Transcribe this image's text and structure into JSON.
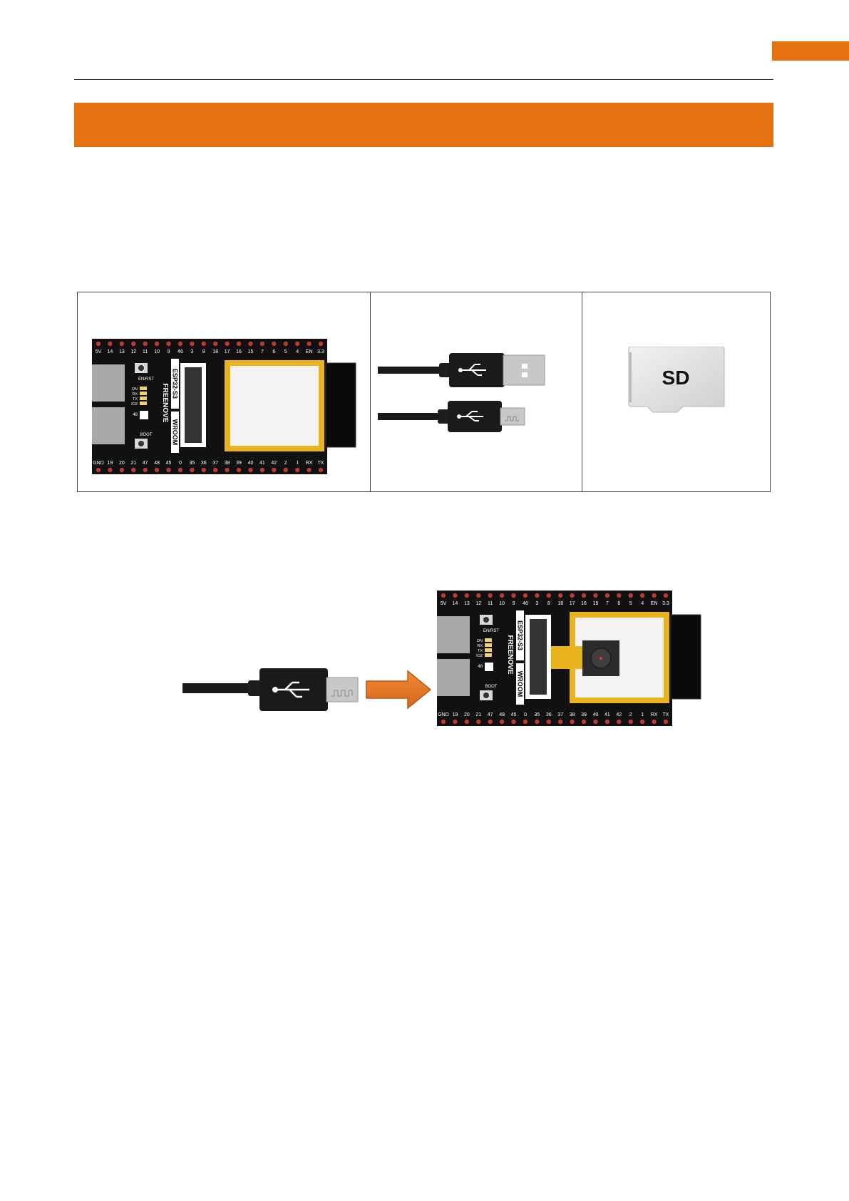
{
  "colors": {
    "accent": "#E5720F",
    "pcb": "#111111",
    "pad_gold": "#E8B31C",
    "pin_red": "#C0392B"
  },
  "sd_card": {
    "label": "SD"
  },
  "board": {
    "top_pins": [
      "5V",
      "14",
      "13",
      "12",
      "11",
      "10",
      "9",
      "46",
      "3",
      "8",
      "18",
      "17",
      "16",
      "15",
      "7",
      "6",
      "5",
      "4",
      "EN",
      "3.3"
    ],
    "bottom_pins": [
      "GND",
      "19",
      "20",
      "21",
      "47",
      "48",
      "45",
      "0",
      "35",
      "36",
      "37",
      "38",
      "39",
      "40",
      "41",
      "42",
      "2",
      "1",
      "RX",
      "TX"
    ],
    "model": "ESP32-S3",
    "module": "WROOM",
    "brand": "FREENOVE",
    "reset_label": "EN/RST",
    "boot_label": "BOOT",
    "leds": [
      "ON",
      "RX",
      "TX",
      "IO2"
    ],
    "led_pin": "48"
  },
  "icons": [
    "usb-icon",
    "arrow-right-icon"
  ]
}
